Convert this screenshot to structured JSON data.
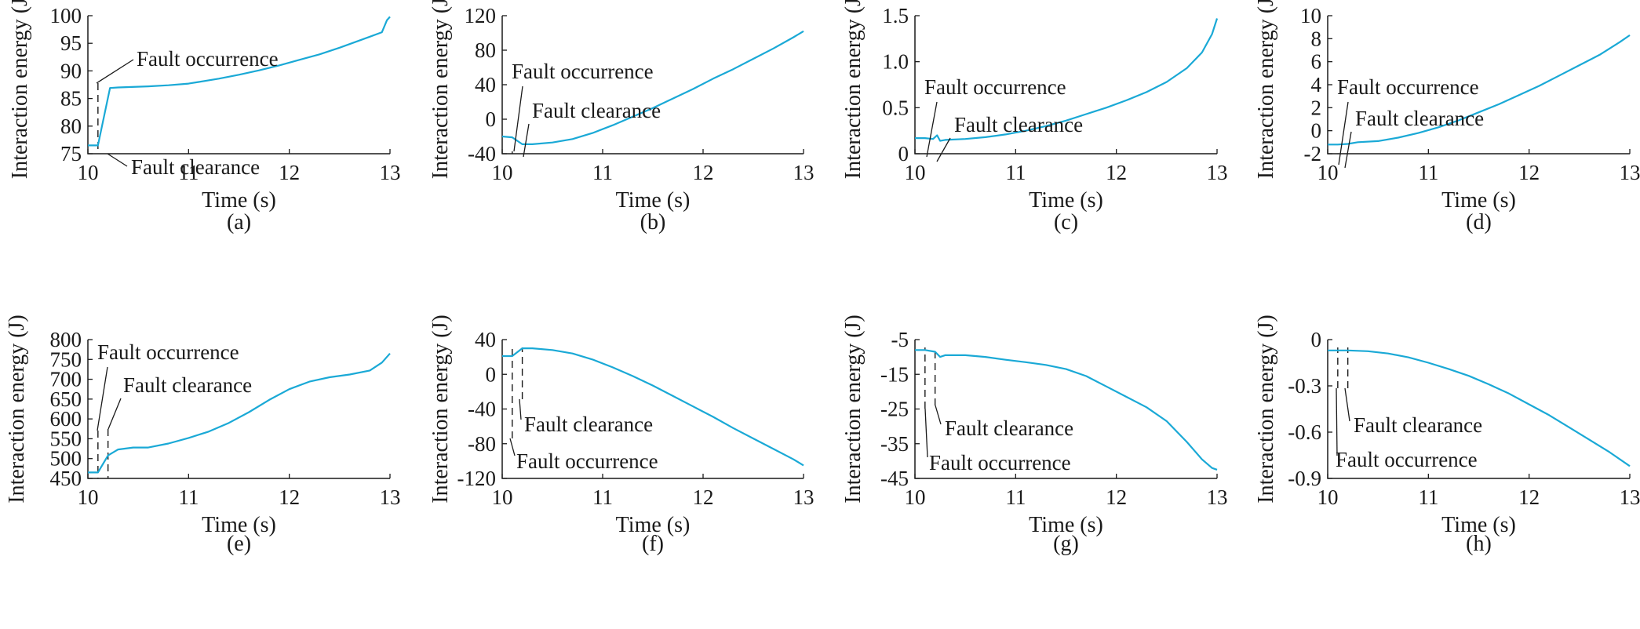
{
  "figure": {
    "line_color": "#1aa9d6",
    "axis_color": "#1a1a1a",
    "fault_occurrence_label": "Fault occurrence",
    "fault_clearance_label": "Fault clearance"
  },
  "chart_data": [
    {
      "type": "line",
      "panel": "(a)",
      "xlabel": "Time (s)",
      "ylabel": "Interaction energy (J)",
      "xlim": [
        10,
        13
      ],
      "ylim": [
        75,
        100
      ],
      "xticks": [
        10,
        11,
        12,
        13
      ],
      "xtick_labels": [
        "10",
        "11",
        "12",
        "13"
      ],
      "yticks": [
        75,
        80,
        85,
        90,
        95,
        100
      ],
      "ytick_labels": [
        "75",
        "80",
        "85",
        "90",
        "95",
        "100"
      ],
      "grid": false,
      "fault_occurrence": 10.1,
      "fault_clearance": 10.22,
      "series": [
        {
          "x": [
            10,
            10.1,
            10.22,
            10.3,
            10.6,
            10.8,
            11.0,
            11.1,
            11.3,
            11.5,
            11.7,
            11.9,
            12.1,
            12.3,
            12.5,
            12.65,
            12.8,
            12.92,
            12.97,
            13.0
          ],
          "y": [
            76.5,
            76.5,
            86.9,
            87.0,
            87.2,
            87.4,
            87.7,
            88.0,
            88.6,
            89.3,
            90.1,
            91.0,
            92.0,
            93.0,
            94.2,
            95.2,
            96.2,
            97.0,
            99.2,
            99.8
          ]
        }
      ]
    },
    {
      "type": "line",
      "panel": "(b)",
      "xlabel": "Time (s)",
      "ylabel": "Interaction energy (J)",
      "xlim": [
        10,
        13
      ],
      "ylim": [
        -40,
        120
      ],
      "xticks": [
        10,
        11,
        12,
        13
      ],
      "xtick_labels": [
        "10",
        "11",
        "12",
        "13"
      ],
      "yticks": [
        -40,
        0,
        40,
        80,
        120
      ],
      "ytick_labels": [
        "-40",
        "0",
        "40",
        "80",
        "120"
      ],
      "grid": false,
      "fault_occurrence": 10.1,
      "fault_clearance": 10.2,
      "series": [
        {
          "x": [
            10,
            10.1,
            10.2,
            10.3,
            10.5,
            10.7,
            10.9,
            11.1,
            11.3,
            11.5,
            11.7,
            11.9,
            12.1,
            12.3,
            12.5,
            12.7,
            12.9,
            13.0
          ],
          "y": [
            -20,
            -21,
            -29,
            -29,
            -27,
            -23,
            -16,
            -7,
            3,
            13,
            24,
            35,
            47,
            58,
            70,
            82,
            95,
            102
          ]
        }
      ]
    },
    {
      "type": "line",
      "panel": "(c)",
      "xlabel": "Time (s)",
      "ylabel": "Interaction energy (J)",
      "xlim": [
        10,
        13
      ],
      "ylim": [
        0,
        1.5
      ],
      "xticks": [
        10,
        11,
        12,
        13
      ],
      "xtick_labels": [
        "10",
        "11",
        "12",
        "13"
      ],
      "yticks": [
        0,
        0.5,
        1.0,
        1.5
      ],
      "ytick_labels": [
        "0",
        "0.5",
        "1.0",
        "1.5"
      ],
      "grid": false,
      "fault_occurrence": 10.1,
      "fault_clearance": 10.22,
      "series": [
        {
          "x": [
            10,
            10.1,
            10.18,
            10.22,
            10.25,
            10.3,
            10.5,
            10.7,
            10.9,
            11.1,
            11.3,
            11.5,
            11.7,
            11.9,
            12.1,
            12.3,
            12.5,
            12.7,
            12.85,
            12.95,
            13.0
          ],
          "y": [
            0.17,
            0.17,
            0.16,
            0.2,
            0.14,
            0.15,
            0.16,
            0.18,
            0.21,
            0.25,
            0.3,
            0.36,
            0.43,
            0.5,
            0.58,
            0.67,
            0.78,
            0.93,
            1.1,
            1.3,
            1.47
          ]
        }
      ]
    },
    {
      "type": "line",
      "panel": "(d)",
      "xlabel": "Time (s)",
      "ylabel": "Interaction energy (J)",
      "xlim": [
        10,
        13
      ],
      "ylim": [
        -2,
        10
      ],
      "xticks": [
        10,
        11,
        12,
        13
      ],
      "xtick_labels": [
        "10",
        "11",
        "12",
        "13"
      ],
      "yticks": [
        -2,
        0,
        2,
        4,
        6,
        8,
        10
      ],
      "ytick_labels": [
        "-2",
        "0",
        "2",
        "4",
        "6",
        "8",
        "10"
      ],
      "grid": false,
      "fault_occurrence": 10.1,
      "fault_clearance": 10.2,
      "series": [
        {
          "x": [
            10,
            10.1,
            10.2,
            10.3,
            10.5,
            10.7,
            10.9,
            11.1,
            11.3,
            11.5,
            11.7,
            11.9,
            12.1,
            12.3,
            12.5,
            12.7,
            12.9,
            13.0
          ],
          "y": [
            -1.2,
            -1.2,
            -1.15,
            -1.0,
            -0.9,
            -0.6,
            -0.2,
            0.3,
            0.9,
            1.6,
            2.3,
            3.1,
            3.9,
            4.8,
            5.7,
            6.6,
            7.7,
            8.3
          ]
        }
      ]
    },
    {
      "type": "line",
      "panel": "(e)",
      "xlabel": "Time (s)",
      "ylabel": "Interaction energy (J)",
      "xlim": [
        10,
        13
      ],
      "ylim": [
        450,
        800
      ],
      "xticks": [
        10,
        11,
        12,
        13
      ],
      "xtick_labels": [
        "10",
        "11",
        "12",
        "13"
      ],
      "yticks": [
        450,
        500,
        550,
        600,
        650,
        700,
        750,
        800
      ],
      "ytick_labels": [
        "450",
        "500",
        "550",
        "600",
        "650",
        "700",
        "750",
        "800"
      ],
      "grid": false,
      "fault_occurrence": 10.1,
      "fault_clearance": 10.2,
      "series": [
        {
          "x": [
            10,
            10.1,
            10.2,
            10.3,
            10.45,
            10.6,
            10.8,
            11.0,
            11.2,
            11.4,
            11.6,
            11.8,
            12.0,
            12.2,
            12.4,
            12.6,
            12.8,
            12.92,
            13.0
          ],
          "y": [
            465,
            465,
            508,
            523,
            528,
            528,
            538,
            552,
            568,
            590,
            617,
            648,
            675,
            694,
            705,
            712,
            722,
            742,
            765
          ]
        }
      ]
    },
    {
      "type": "line",
      "panel": "(f)",
      "xlabel": "Time (s)",
      "ylabel": "Interaction energy (J)",
      "xlim": [
        10,
        13
      ],
      "ylim": [
        -120,
        40
      ],
      "xticks": [
        10,
        11,
        12,
        13
      ],
      "xtick_labels": [
        "10",
        "11",
        "12",
        "13"
      ],
      "yticks": [
        -120,
        -80,
        -40,
        0,
        40
      ],
      "ytick_labels": [
        "-120",
        "-80",
        "-40",
        "0",
        "40"
      ],
      "grid": false,
      "fault_occurrence": 10.1,
      "fault_clearance": 10.2,
      "series": [
        {
          "x": [
            10,
            10.1,
            10.2,
            10.3,
            10.5,
            10.7,
            10.9,
            11.1,
            11.3,
            11.5,
            11.7,
            11.9,
            12.1,
            12.3,
            12.5,
            12.7,
            12.9,
            13.0
          ],
          "y": [
            21,
            21,
            30,
            30,
            28,
            24,
            17,
            8,
            -2,
            -13,
            -25,
            -37,
            -49,
            -62,
            -74,
            -86,
            -98,
            -105
          ]
        }
      ]
    },
    {
      "type": "line",
      "panel": "(g)",
      "xlabel": "Time (s)",
      "ylabel": "Interaction energy (J)",
      "xlim": [
        10,
        13
      ],
      "ylim": [
        -45,
        -5
      ],
      "xticks": [
        10,
        11,
        12,
        13
      ],
      "xtick_labels": [
        "10",
        "11",
        "12",
        "13"
      ],
      "yticks": [
        -45,
        -35,
        -25,
        -15,
        -5
      ],
      "ytick_labels": [
        "-45",
        "-35",
        "-25",
        "-15",
        "-5"
      ],
      "grid": false,
      "fault_occurrence": 10.1,
      "fault_clearance": 10.2,
      "series": [
        {
          "x": [
            10,
            10.1,
            10.2,
            10.25,
            10.3,
            10.5,
            10.7,
            10.9,
            11.1,
            11.3,
            11.5,
            11.7,
            11.9,
            12.1,
            12.3,
            12.5,
            12.7,
            12.85,
            12.95,
            13.0
          ],
          "y": [
            -8,
            -8,
            -8.5,
            -10,
            -9.5,
            -9.5,
            -10,
            -10.8,
            -11.5,
            -12.3,
            -13.5,
            -15.5,
            -18.5,
            -21.5,
            -24.5,
            -28.5,
            -34.5,
            -39.5,
            -42,
            -42.5
          ]
        }
      ]
    },
    {
      "type": "line",
      "panel": "(h)",
      "xlabel": "Time (s)",
      "ylabel": "Interaction energy (J)",
      "xlim": [
        10,
        13
      ],
      "ylim": [
        -0.9,
        0
      ],
      "xticks": [
        10,
        11,
        12,
        13
      ],
      "xtick_labels": [
        "10",
        "11",
        "12",
        "13"
      ],
      "yticks": [
        -0.9,
        -0.6,
        -0.3,
        0
      ],
      "ytick_labels": [
        "-0.9",
        "-0.6",
        "-0.3",
        "0"
      ],
      "grid": false,
      "fault_occurrence": 10.1,
      "fault_clearance": 10.2,
      "series": [
        {
          "x": [
            10,
            10.1,
            10.2,
            10.4,
            10.6,
            10.8,
            11.0,
            11.2,
            11.4,
            11.6,
            11.8,
            12.0,
            12.2,
            12.4,
            12.6,
            12.8,
            13.0
          ],
          "y": [
            -0.07,
            -0.07,
            -0.07,
            -0.075,
            -0.09,
            -0.115,
            -0.15,
            -0.19,
            -0.235,
            -0.29,
            -0.35,
            -0.42,
            -0.49,
            -0.57,
            -0.65,
            -0.73,
            -0.82
          ]
        }
      ]
    }
  ]
}
